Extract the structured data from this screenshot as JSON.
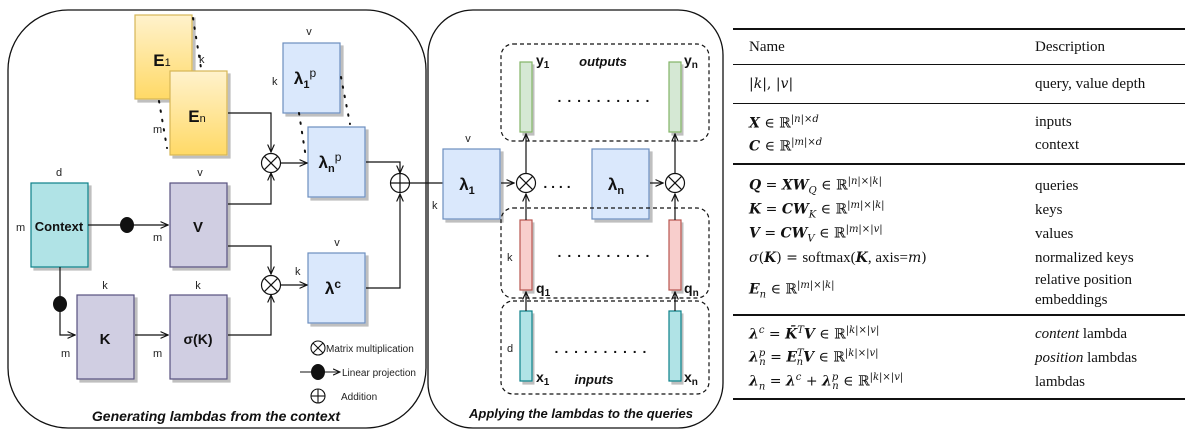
{
  "colors": {
    "embedding_fill_top": "#FFF2CC",
    "embedding_fill_bottom": "#FFD966",
    "embedding_stroke": "#D6B656",
    "lambda_fill": "#DAE8FC",
    "lambda_stroke": "#6C8EBF",
    "proj_fill": "#D0CEE2",
    "proj_stroke": "#56517E",
    "context_fill": "#B0E3E6",
    "context_stroke": "#0E8088",
    "output_fill": "#D5E8D4",
    "output_stroke": "#82B366",
    "query_fill": "#F8CECC",
    "query_stroke": "#B85450"
  },
  "left_panel": {
    "title": "Generating lambdas from the context",
    "boxes": {
      "E1": {
        "main": "E",
        "sub": "1"
      },
      "En": {
        "main": "E",
        "sub": "n"
      },
      "lambda1p": {
        "main": "λ",
        "sub": "1",
        "sup": "p"
      },
      "lambdanp": {
        "main": "λ",
        "sub": "n",
        "sup": "p"
      },
      "context": "Context",
      "V": "V",
      "K": "K",
      "sigmaK": "σ(K)",
      "lambdac": {
        "main": "λ",
        "sup": "c"
      }
    },
    "dims": {
      "E_k": "k",
      "E_m": "m",
      "lambda1p_v": "v",
      "lambda1p_k": "k",
      "context_d": "d",
      "context_m": "m",
      "V_v": "v",
      "V_m": "m",
      "K_k": "k",
      "K_m": "m",
      "sigmaK_k": "k",
      "sigmaK_m": "m",
      "lambdac_v": "v",
      "lambdac_k": "k"
    },
    "legend": [
      {
        "icon": "matrix-multiplication-icon",
        "label": "Matrix multiplication"
      },
      {
        "icon": "linear-projection-icon",
        "label": "Linear projection"
      },
      {
        "icon": "addition-icon",
        "label": "Addition"
      }
    ]
  },
  "right_panel": {
    "title": "Applying the lambdas to the queries",
    "lambda1": {
      "main": "λ",
      "sub": "1"
    },
    "lambdan": {
      "main": "λ",
      "sub": "n"
    },
    "lambda1_v": "v",
    "lambda1_k": "k",
    "outputs_label": "outputs",
    "inputs_label": "inputs",
    "y1": {
      "main": "y",
      "sub": "1"
    },
    "yn": {
      "main": "y",
      "sub": "n"
    },
    "q1": {
      "main": "q",
      "sub": "1"
    },
    "qn": {
      "main": "q",
      "sub": "n"
    },
    "x1": {
      "main": "x",
      "sub": "1"
    },
    "xn": {
      "main": "x",
      "sub": "n"
    },
    "q_k": "k",
    "x_d": "d",
    "ellipsis": ". . . . . . . . . .",
    "mid_ellipsis": ". . . ."
  },
  "table": {
    "headers": {
      "name": "Name",
      "description": "Description"
    },
    "groups": [
      {
        "rows": [
          {
            "name": "|k|, |v|",
            "description": "query, value depth"
          }
        ]
      },
      {
        "rows": [
          {
            "name": "X ∈ ℝ^{|n|×d}",
            "description": "inputs"
          },
          {
            "name": "C ∈ ℝ^{|m|×d}",
            "description": "context"
          }
        ]
      },
      {
        "rows": [
          {
            "name": "Q = XW_Q ∈ ℝ^{|n|×|k|}",
            "description": "queries"
          },
          {
            "name": "K = CW_K ∈ ℝ^{|m|×|k|}",
            "description": "keys"
          },
          {
            "name": "V = CW_V ∈ ℝ^{|m|×|v|}",
            "description": "values"
          },
          {
            "name": "σ(K) = softmax(K, axis=m)",
            "description": "normalized keys"
          },
          {
            "name": "E_n ∈ ℝ^{|m|×|k|}",
            "description": "relative position embeddings"
          }
        ]
      },
      {
        "rows": [
          {
            "name": "λ^c = K̄^T V ∈ ℝ^{|k|×|v|}",
            "description_italic": "content",
            "description_rest": " lambda"
          },
          {
            "name": "λ_n^p = E_n^T V ∈ ℝ^{|k|×|v|}",
            "description_italic": "position",
            "description_rest": " lambdas"
          },
          {
            "name": "λ_n = λ^c + λ_n^p ∈ ℝ^{|k|×|v|}",
            "description": "lambdas"
          }
        ]
      }
    ],
    "parts": {
      "k": "k",
      "v": "v",
      "n": "n",
      "m": "m",
      "d": "d",
      "c": "c",
      "p": "p",
      "T": "T",
      "X": "X",
      "C": "C",
      "Q": "Q",
      "K": "K",
      "V": "V",
      "W": "W",
      "E": "E",
      "Kbar": "K̄",
      "lambda": "λ",
      "sigma": "σ",
      "R": "ℝ",
      "in": "∈",
      "eq": "=",
      "plus": "+",
      "softmax": "softmax(",
      "axis": ", axis=",
      "close": ")",
      "comma": ", ",
      "pipe": "|",
      "times": "×"
    }
  }
}
